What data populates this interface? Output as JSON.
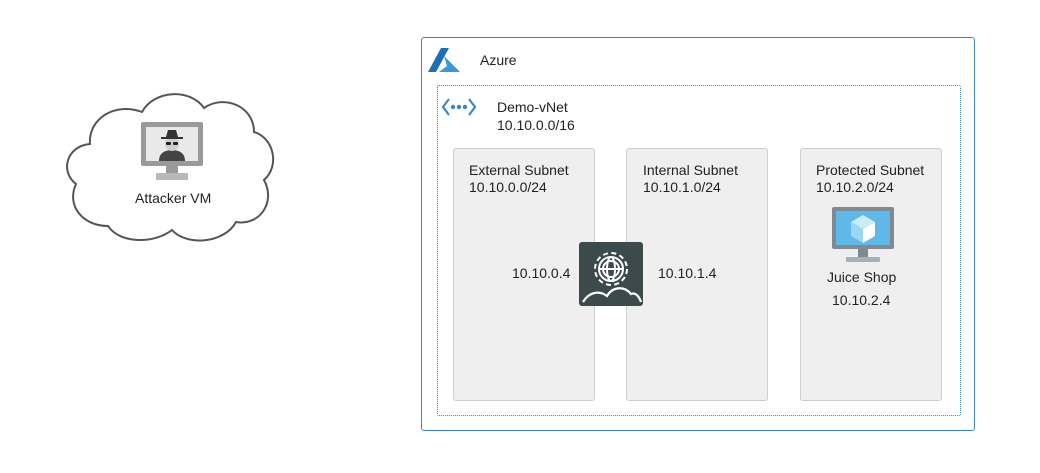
{
  "attacker": {
    "label": "Attacker VM",
    "icon": "attacker-monitor-icon"
  },
  "azure": {
    "label": "Azure",
    "icon": "azure-logo-icon",
    "color": "#3d86c6"
  },
  "vnet": {
    "name": "Demo-vNet",
    "cidr": "10.10.0.0/16",
    "icon": "vnet-icon"
  },
  "subnets": [
    {
      "name": "External Subnet",
      "cidr": "10.10.0.0/24"
    },
    {
      "name": "Internal Subnet",
      "cidr": "10.10.1.0/24"
    },
    {
      "name": "Protected Subnet",
      "cidr": "10.10.2.0/24"
    }
  ],
  "gateway": {
    "icon": "gateway-appliance-icon",
    "external_ip": "10.10.0.4",
    "internal_ip": "10.10.1.4"
  },
  "juice_shop": {
    "label": "Juice Shop",
    "ip": "10.10.2.4",
    "icon": "vm-monitor-icon"
  }
}
